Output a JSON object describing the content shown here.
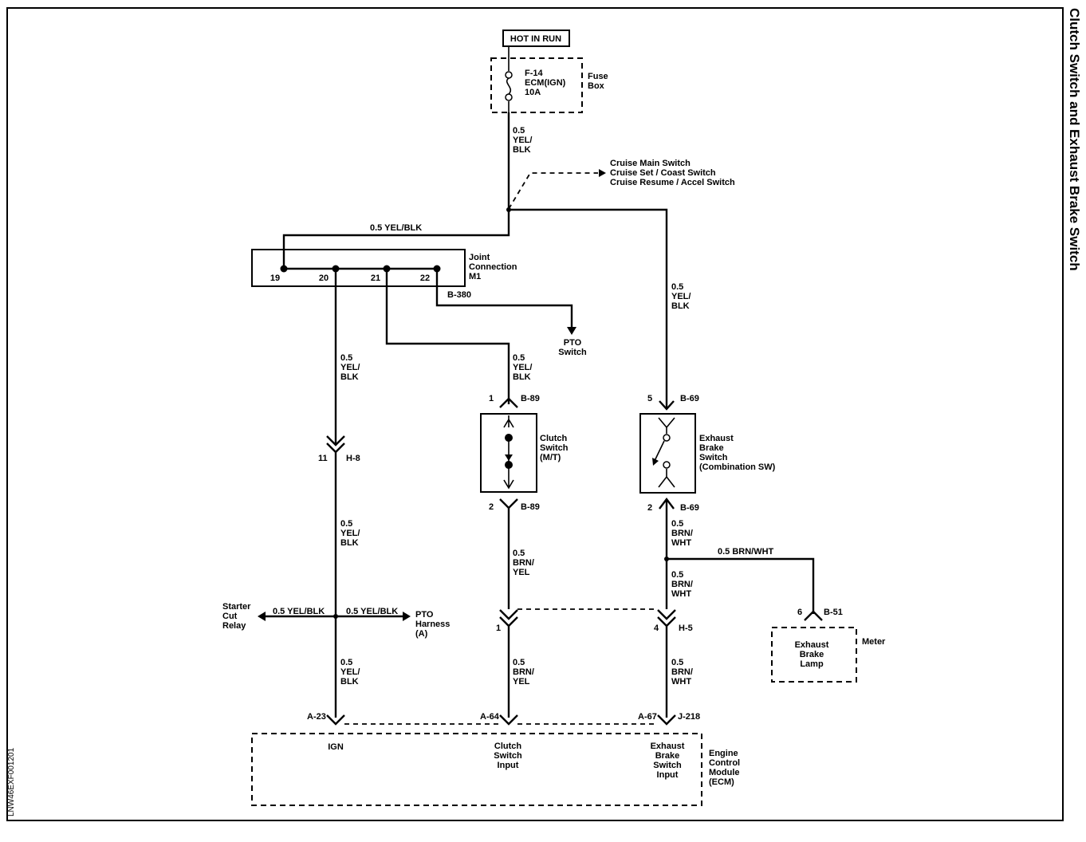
{
  "title": "Clutch Switch and Exhaust Brake Switch",
  "diagram_id": "LNW46EXF001201",
  "power": {
    "label": "HOT IN RUN",
    "fuse": [
      "F-14",
      "ECM(IGN)",
      "10A"
    ],
    "fuse_box": [
      "Fuse",
      "Box"
    ]
  },
  "cruise_switches": [
    "Cruise Main Switch",
    "Cruise Set / Coast Switch",
    "Cruise Resume / Accel Switch"
  ],
  "joint": {
    "label": [
      "Joint",
      "Connection",
      "M1"
    ],
    "pins": [
      "19",
      "20",
      "21",
      "22"
    ]
  },
  "wires": {
    "yel_blk_h": "0.5 YEL/BLK",
    "brn_wht_h": "0.5 BRN/WHT",
    "yel_blk_v": [
      "0.5",
      "YEL/",
      "BLK"
    ],
    "brn_yel_v": [
      "0.5",
      "BRN/",
      "YEL"
    ],
    "brn_wht_v": [
      "0.5",
      "BRN/",
      "WHT"
    ]
  },
  "connectors": {
    "b380": "B-380",
    "b89": "B-89",
    "b69": "B-69",
    "h8": "H-8",
    "h5": "H-5",
    "b51": "B-51",
    "a23": "A-23",
    "a64": "A-64",
    "a67": "A-67",
    "j218": "J-218"
  },
  "pins": {
    "p1": "1",
    "p2": "2",
    "p4": "4",
    "p5": "5",
    "p6": "6",
    "p11": "11"
  },
  "components": {
    "pto_switch": [
      "PTO",
      "Switch"
    ],
    "clutch_switch": [
      "Clutch",
      "Switch",
      "(M/T)"
    ],
    "exhaust_brake_switch": [
      "Exhaust",
      "Brake",
      "Switch",
      "(Combination SW)"
    ],
    "starter_cut_relay": [
      "Starter",
      "Cut",
      "Relay"
    ],
    "pto_harness": [
      "PTO",
      "Harness",
      "(A)"
    ],
    "exhaust_brake_lamp": [
      "Exhaust",
      "Brake",
      "Lamp"
    ],
    "meter": "Meter",
    "ecm": [
      "Engine",
      "Control",
      "Module",
      "(ECM)"
    ]
  },
  "ecm_inputs": {
    "ign": "IGN",
    "clutch": [
      "Clutch",
      "Switch",
      "Input"
    ],
    "exhaust": [
      "Exhaust",
      "Brake",
      "Switch",
      "Input"
    ]
  }
}
